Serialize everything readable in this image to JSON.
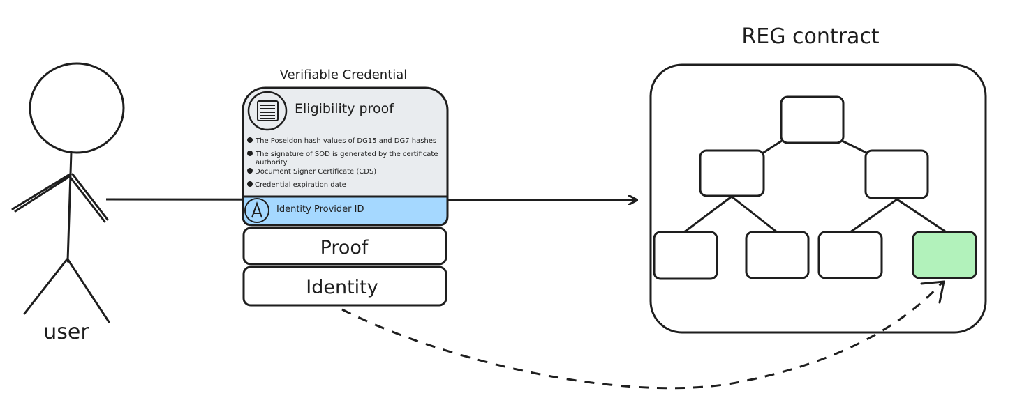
{
  "actor": {
    "label": "user"
  },
  "credential": {
    "title": "Verifiable Credential",
    "eligibility": {
      "heading": "Eligibility proof",
      "bullets": [
        "The Poseidon hash values of DG15 and DG7 hashes",
        "The signature of SOD is generated by the certificate",
        "authority",
        "Document Signer Certificate (CDS)",
        "Credential expiration date"
      ]
    },
    "identity_provider": {
      "label": "Identity Provider ID"
    },
    "proof_label": "Proof",
    "identity_label": "Identity"
  },
  "contract": {
    "title": "REG contract"
  },
  "colors": {
    "stroke": "#1e1e1e",
    "eligibility_fill": "#e9ecef",
    "provider_fill": "#a5d8ff",
    "highlight_leaf_fill": "#b2f2bb",
    "background": "#ffffff"
  }
}
